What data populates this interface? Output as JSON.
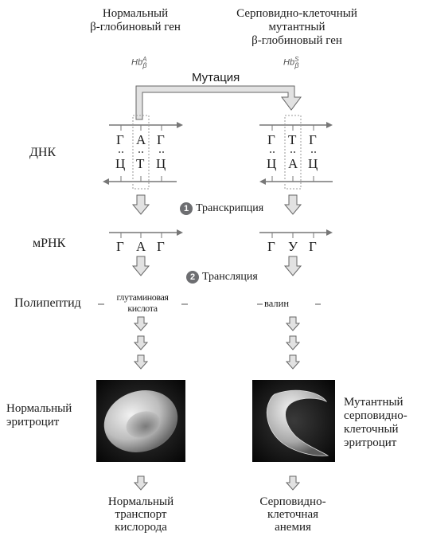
{
  "headers": {
    "left": [
      "Нормальный",
      "β-глобиновый ген"
    ],
    "right": [
      "Серповидно-клеточный",
      "мутантный",
      "β-глобиновый ген"
    ]
  },
  "gene_symbols": {
    "left": "Hb",
    "left_sup": "A",
    "left_sub": "β",
    "right": "Hb",
    "right_sup": "S",
    "right_sub": "β"
  },
  "mutation_label": "Мутация",
  "row_labels": {
    "dna": "ДНК",
    "mrna": "мРНК",
    "polypeptide": "Полипептид"
  },
  "steps": {
    "transcription_num": "1",
    "transcription": "Транскрипция",
    "translation_num": "2",
    "translation": "Трансляция"
  },
  "normal": {
    "dna_top": [
      "Г",
      "А",
      "Г"
    ],
    "dna_bottom": [
      "Ц",
      "Т",
      "Ц"
    ],
    "mrna": [
      "Г",
      "А",
      "Г"
    ],
    "amino_line1": "глутаминовая",
    "amino_line2": "кислота",
    "cell_label": [
      "Нормальный",
      "эритроцит"
    ],
    "outcome": [
      "Нормальный",
      "транспорт",
      "кислорода"
    ]
  },
  "mutant": {
    "dna_top": [
      "Г",
      "Т",
      "Г"
    ],
    "dna_bottom": [
      "Ц",
      "А",
      "Ц"
    ],
    "mrna": [
      "Г",
      "У",
      "Г"
    ],
    "amino": "валин",
    "cell_label": [
      "Мутантный",
      "серповидно-",
      "клеточный",
      "эритроцит"
    ],
    "outcome": [
      "Серповидно-",
      "клеточная",
      "анемия"
    ]
  },
  "colors": {
    "strand": "#777777",
    "arrow_fill": "#e2e2e2",
    "arrow_stroke": "#666666",
    "badge": "#6d6e71"
  }
}
